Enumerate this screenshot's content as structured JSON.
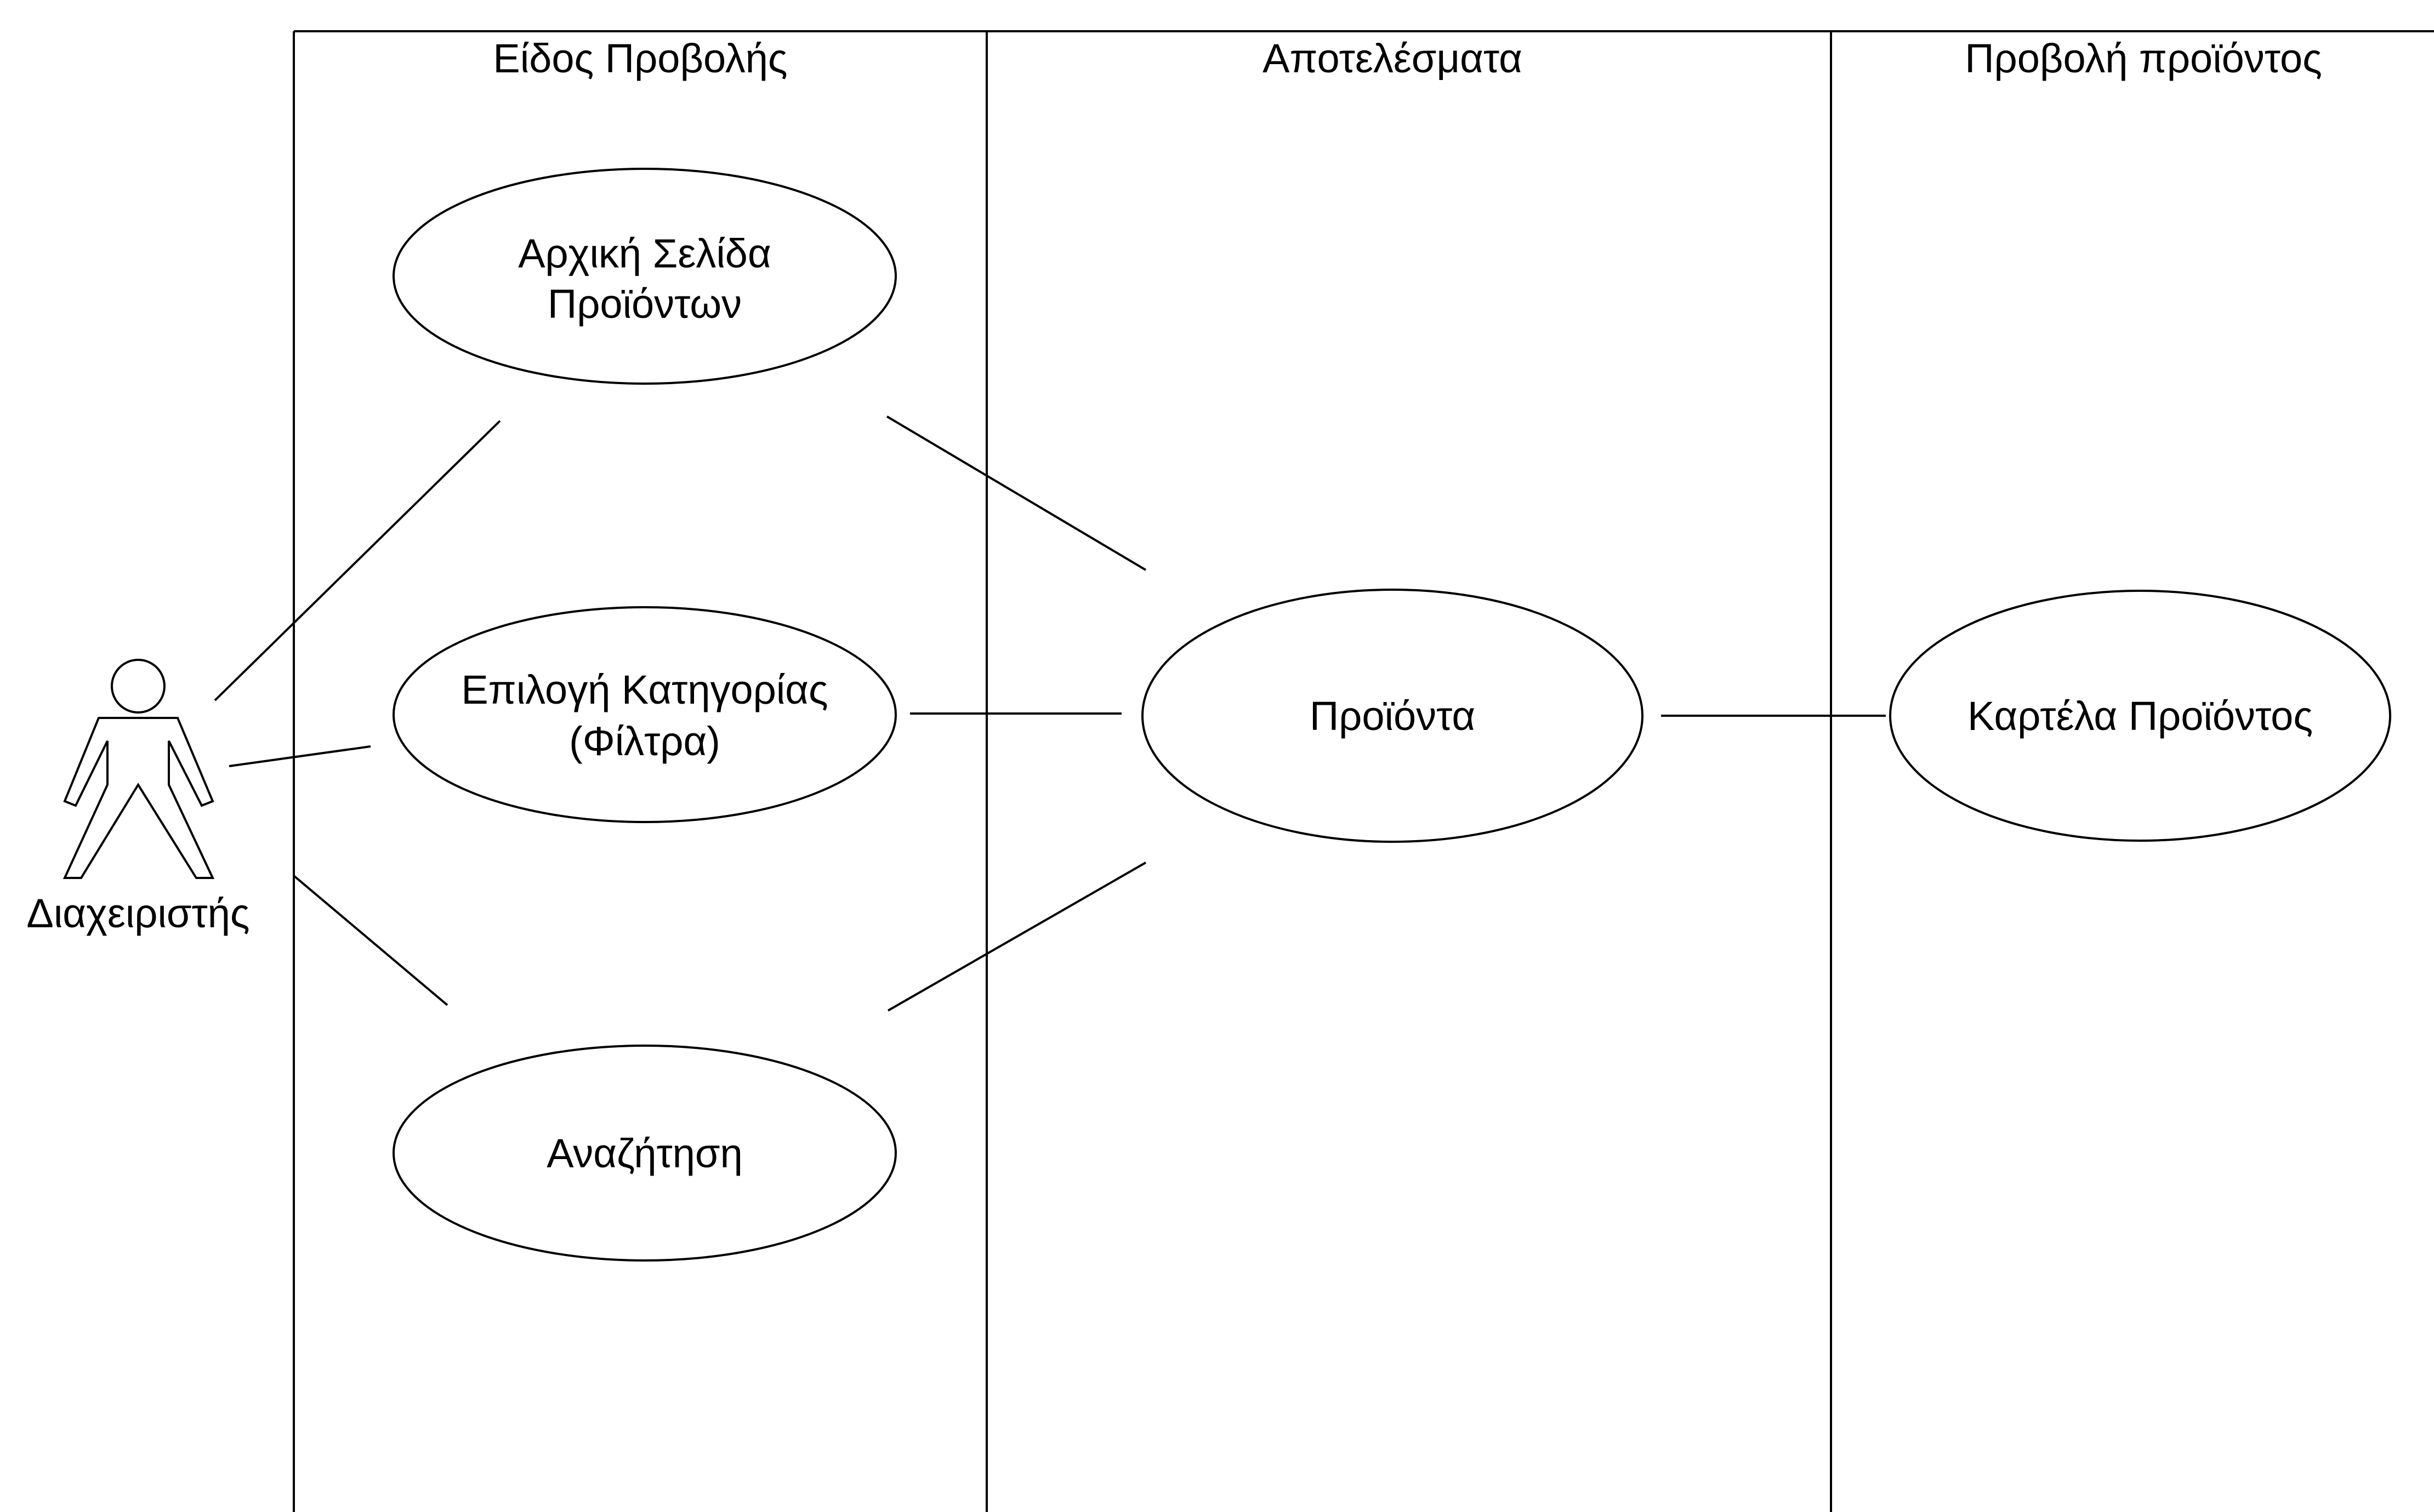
{
  "lanes": [
    {
      "title": "Είδος Προβολής"
    },
    {
      "title": "Αποτελέσματα"
    },
    {
      "title": "Προβολή προϊόντος"
    }
  ],
  "actor": {
    "label": "Διαχειριστής",
    "icon": "stick-figure-actor-icon"
  },
  "use_cases": {
    "home": {
      "line1": "Αρχική Σελίδα",
      "line2": "Προϊόντων"
    },
    "category": {
      "line1": "Επιλογή Κατηγορίας",
      "line2": "(Φίλτρα)"
    },
    "search": {
      "label": "Αναζήτηση"
    },
    "products": {
      "label": "Προϊόντα"
    },
    "product_card": {
      "label": "Καρτέλα Προϊόντος"
    }
  },
  "colors": {
    "stroke": "#000000",
    "background": "#ffffff"
  }
}
